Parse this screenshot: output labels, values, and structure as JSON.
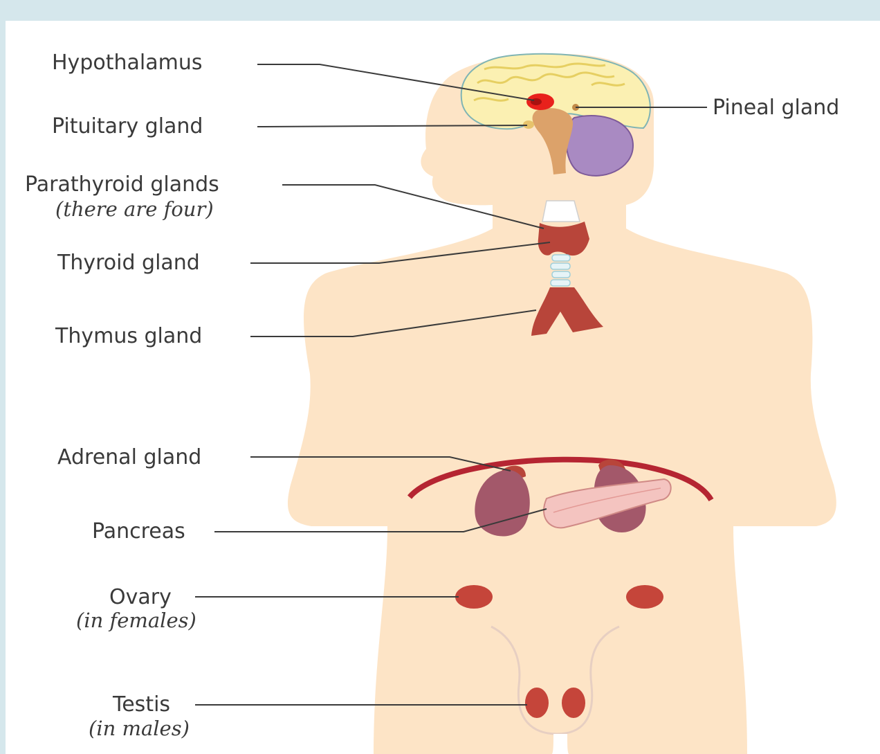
{
  "labels": {
    "hypothalamus": "Hypothalamus",
    "pituitary": "Pituitary gland",
    "parathyroid": "Parathyroid glands",
    "parathyroid_note": "(there are four)",
    "thyroid": "Thyroid gland",
    "thymus": "Thymus gland",
    "adrenal": "Adrenal gland",
    "pancreas": "Pancreas",
    "ovary": "Ovary",
    "ovary_note": "(in females)",
    "testis": "Testis",
    "testis_note": "(in males)",
    "pineal": "Pineal gland"
  },
  "colors": {
    "background_frame": "#d5e7ec",
    "panel": "#ffffff",
    "body_silhouette": "#fde4c6",
    "brain": "#fbf0b2",
    "cerebellum": "#a98ac2",
    "brainstem": "#dca26a",
    "hypothalamus_dot": "#e8211c",
    "gland_red": "#b8453a",
    "kidney": "#a3586a",
    "pancreas": "#f4c4c0",
    "diaphragm": "#b52532",
    "leader_line": "#3a3a3a"
  }
}
